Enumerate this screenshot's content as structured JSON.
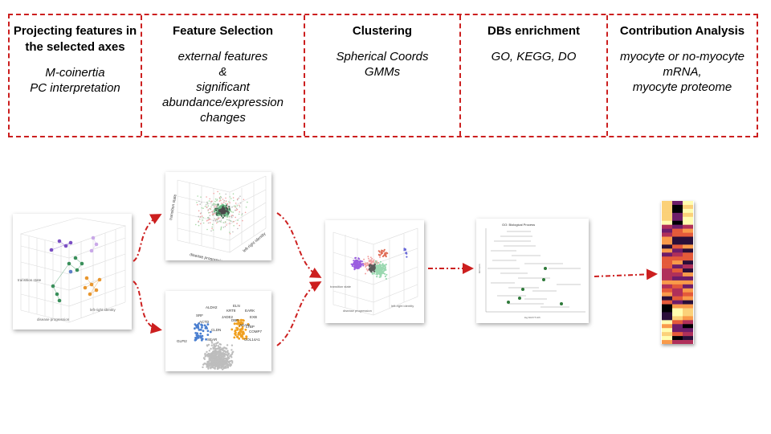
{
  "columns": [
    {
      "title": "Projecting features in the selected axes",
      "desc": "M-coinertia\nPC interpretation"
    },
    {
      "title": "Feature Selection",
      "desc": "external features\n&\nsignificant abundance/expression changes"
    },
    {
      "title": "Clustering",
      "desc": "Spherical Coords\nGMMs"
    },
    {
      "title": "DBs enrichment",
      "desc": "GO, KEGG, DO"
    },
    {
      "title": "Contribution Analysis",
      "desc": "myocyte or no-myocyte mRNA,\nmyocyte proteome"
    }
  ],
  "colors": {
    "frame": "#cc1f1f",
    "arrow": "#cc1f1f"
  },
  "plot3d_axes": {
    "y": "transition state",
    "x": "disease progression",
    "z": "left-right identity"
  },
  "volcano_labels": [
    "ELN",
    "ALDH2",
    "KRT8",
    "EARK",
    "SRF",
    "JADE2",
    "ACTD",
    "DBP",
    "EXB",
    "ADAM",
    "COMP7",
    "LTBP",
    "CLDN",
    "GLPI2",
    "SEAR",
    "COL14A1"
  ],
  "go_panel": {
    "title": "GO: Biological Process",
    "xlabel": "log fold FT-rich",
    "ylabel": "GO term"
  }
}
